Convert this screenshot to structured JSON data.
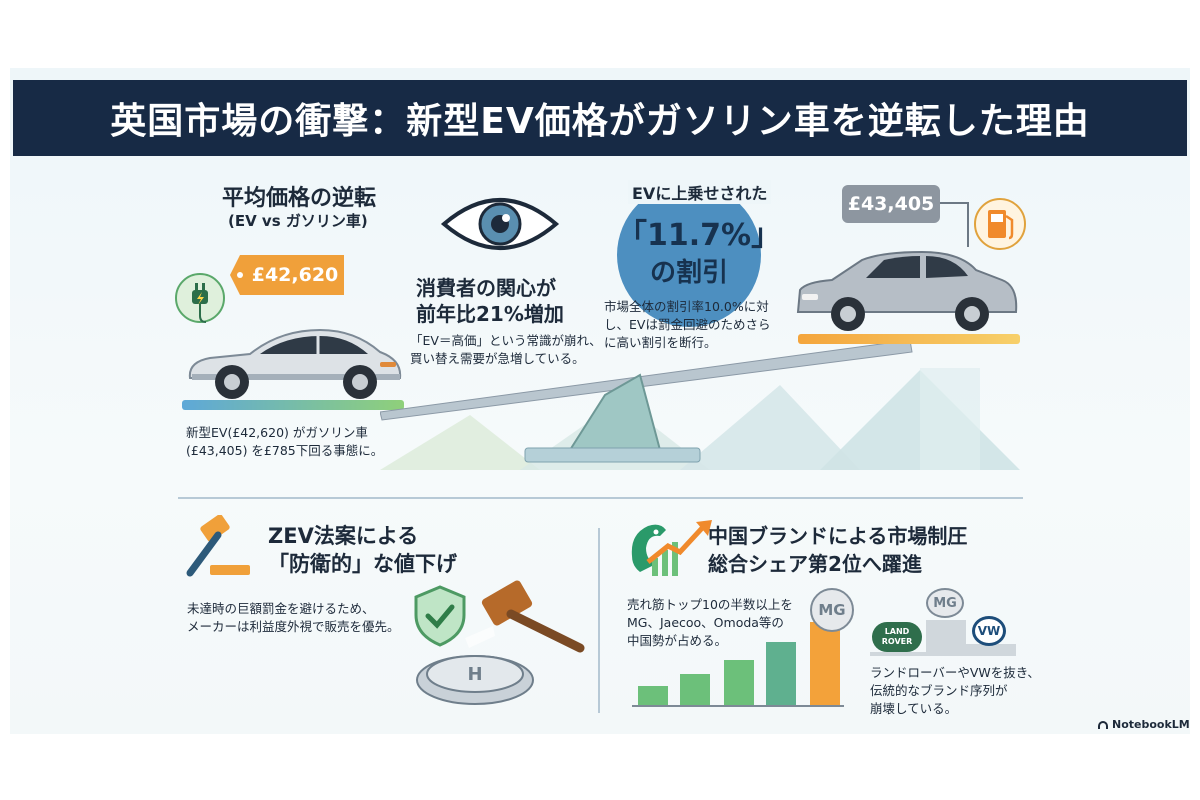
{
  "title": "英国市場の衝撃：新型EV価格がガソリン車を逆転した理由",
  "price_reversal": {
    "heading": "平均価格の逆転",
    "subheading": "(EV vs ガソリン車)",
    "ev_price": "£42,620",
    "gas_price": "£43,405",
    "note_line1": "新型EV(£42,620) がガソリン車",
    "note_line2": "(£43,405) を£785下回る事態に。"
  },
  "interest": {
    "heading_line1": "消費者の関心が",
    "heading_line2": "前年比21%増加",
    "note_line1": "「EV＝高価」という常識が崩れ、",
    "note_line2": "買い替え需要が急増している。"
  },
  "discount": {
    "line1": "EVに上乗せされた",
    "value": "「11.7%」",
    "line3": "の割引",
    "note_line1": "市場全体の割引率10.0%に対",
    "note_line2": "し、EVは罰金回避のためさら",
    "note_line3": "に高い割引を断行。"
  },
  "zev": {
    "heading_line1": "ZEV法案による",
    "heading_line2": "「防衛的」な値下げ",
    "note_line1": "未達時の巨額罰金を避けるため、",
    "note_line2": "メーカーは利益度外視で販売を優先。"
  },
  "china": {
    "heading_line1": "中国ブランドによる市場制圧",
    "heading_line2": "総合シェア第2位へ躍進",
    "note_line1": "売れ筋トップ10の半数以上を",
    "note_line2": "MG、Jaecoo、Omoda等の",
    "note_line3": "中国勢が占める。",
    "note2_line1": "ランドローバーやVWを抜き、",
    "note2_line2": "伝統的なブランド序列が",
    "note2_line3": "崩壊している。",
    "mg_label": "MG",
    "landrover_line1": "LAND",
    "landrover_line2": "ROVER",
    "vw_label": "VW"
  },
  "footer": {
    "brand": "NotebookLM"
  },
  "colors": {
    "title_bg": "#172a45",
    "ev_badge": "#f0a03a",
    "gas_badge": "#8d96a0",
    "circle": "#4d8fc0",
    "accent_green": "#6cc07a"
  },
  "icons": [
    "plug-icon",
    "eye-icon",
    "fuel-pump-icon",
    "gavel-icon",
    "shield-check-icon",
    "dragon-icon",
    "trend-arrow-icon"
  ]
}
